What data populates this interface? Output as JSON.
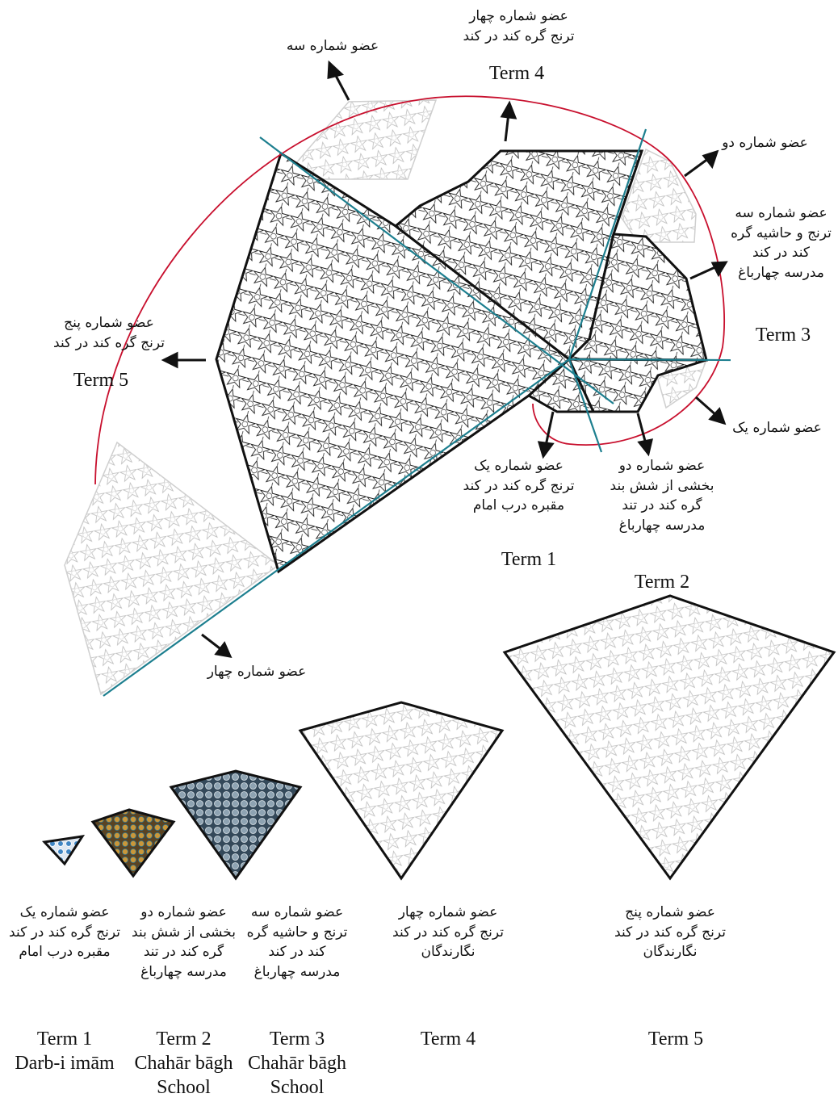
{
  "colors": {
    "circle": "#c8102e",
    "cut_lines": "#1d7f8f",
    "dark_outline": "#111111",
    "light_pattern": "#bdbdbd",
    "tile_blue": "#3f86c4",
    "tile_gold": "#c9973a",
    "tile_slate": "#4a6577"
  },
  "top_labels": {
    "member3_top": "عضو شماره سه",
    "member4_top": [
      "عضو شماره چهار",
      "ترنج گره کند در کند"
    ],
    "member4_top_term": "Term 4",
    "member2_right": "عضو شماره دو",
    "member3_right": [
      "عضو شماره سه",
      "ترنج و حاشیه گره",
      "کند در کند",
      "مدرسه چهارباغ"
    ],
    "member3_right_term": "Term 3",
    "member5_left": [
      "عضو شماره پنج",
      "ترنج گره کند در کند"
    ],
    "member5_left_term": "Term 5",
    "member1_right": "عضو شماره یک",
    "member1_mid": [
      "عضو شماره یک",
      "ترنج گره کند در کند",
      "مقبره درب امام"
    ],
    "member1_mid_term": "Term 1",
    "member2_mid": [
      "عضو شماره دو",
      "بخشی از شش بند",
      "گره کند در تند",
      "مدرسه چهارباغ"
    ],
    "member2_mid_term": "Term 2",
    "member4_bottom": "عضو شماره چهار"
  },
  "bottom_row": [
    {
      "fa": [
        "عضو شماره یک",
        "ترنج گره کند در کند",
        "مقبره درب امام"
      ],
      "en": [
        "Term 1",
        "Darb-i imām"
      ]
    },
    {
      "fa": [
        "عضو شماره دو",
        "بخشی از شش بند",
        "گره کند در تند",
        "مدرسه چهارباغ"
      ],
      "en": [
        "Term 2",
        "Chahār bāgh",
        "School"
      ]
    },
    {
      "fa": [
        "عضو شماره سه",
        "ترنج و حاشیه گره",
        "کند در کند",
        "مدرسه چهارباغ"
      ],
      "en": [
        "Term 3",
        "Chahār bāgh",
        "School"
      ]
    },
    {
      "fa": [
        "عضو شماره چهار",
        "ترنج گره کند در کند",
        "نگارندگان"
      ],
      "en": [
        "Term 4"
      ]
    },
    {
      "fa": [
        "عضو شماره پنج",
        "ترنج گره کند در کند",
        "نگارندگان"
      ],
      "en": [
        "Term 5"
      ]
    }
  ]
}
